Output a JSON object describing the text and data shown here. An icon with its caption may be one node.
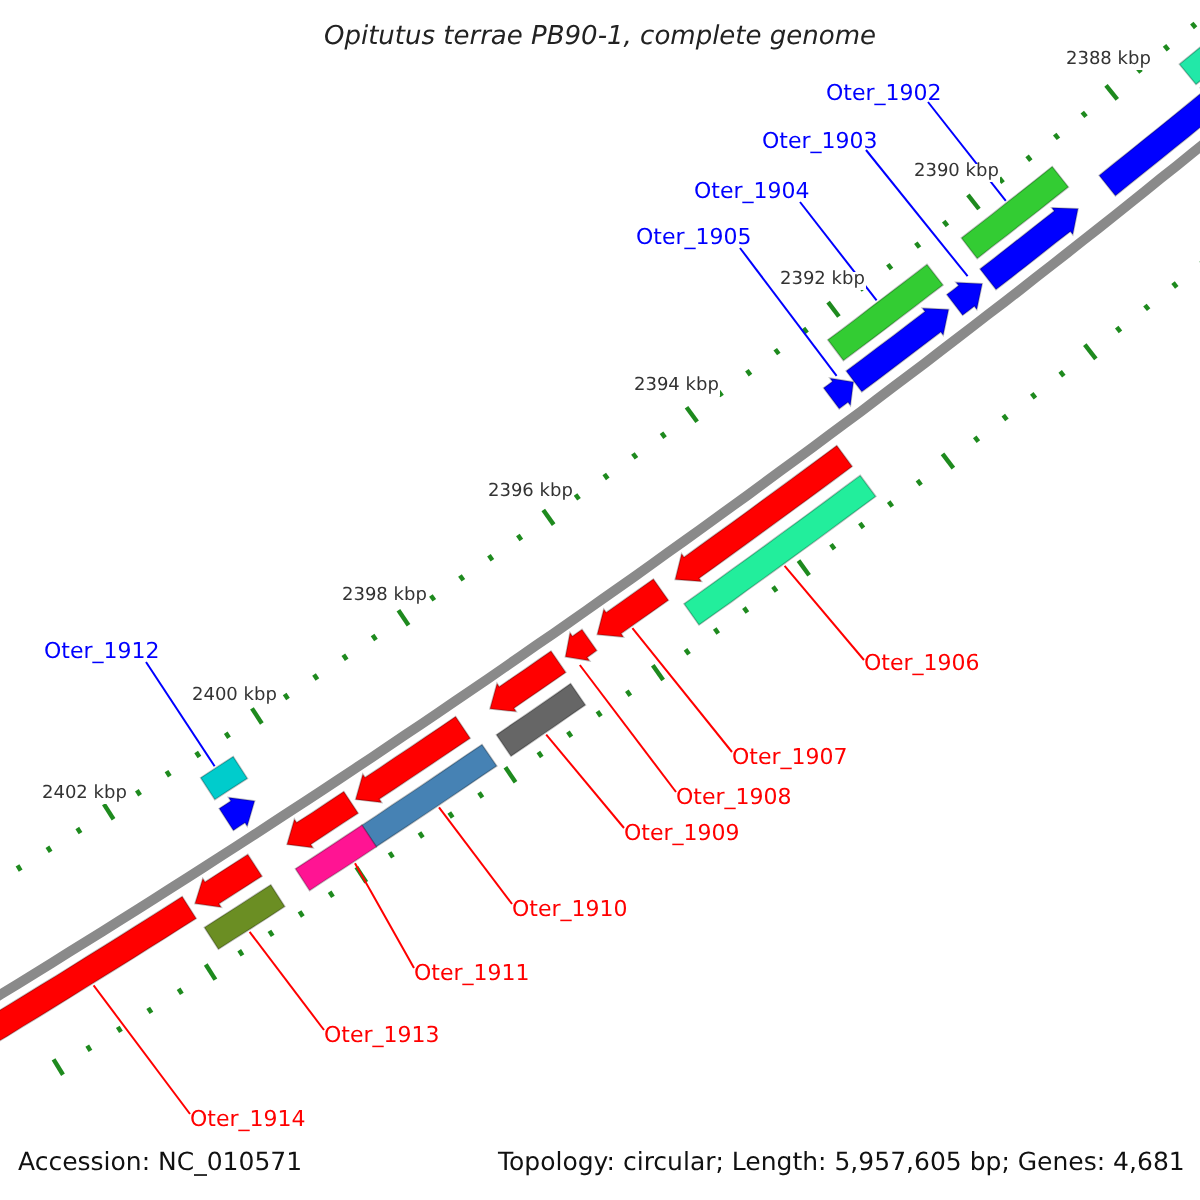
{
  "diagram": {
    "title": "Opitutus terrae PB90-1, complete genome",
    "nodes": [
      {
        "text": [
          "Oter_1902"
        ]
      },
      {
        "text": [
          "Oter_1903"
        ]
      },
      {
        "text": [
          "Oter_1904"
        ]
      },
      {
        "text": [
          "Oter_1905"
        ]
      },
      {
        "text": [
          "Oter_1912"
        ]
      },
      {
        "text": [
          "Oter_1906"
        ]
      },
      {
        "text": [
          "Oter_1907"
        ]
      },
      {
        "text": [
          "Oter_1908"
        ]
      },
      {
        "text": [
          "Oter_1909"
        ]
      },
      {
        "text": [
          "Oter_1910"
        ]
      },
      {
        "text": [
          "Oter_1911"
        ]
      },
      {
        "text": [
          "Oter_1913"
        ]
      },
      {
        "text": [
          "Oter_1914"
        ]
      },
      {
        "text": [],
        "shape": "bar"
      },
      {
        "text": [],
        "shape": "pentagon"
      },
      {
        "text": [],
        "shape": "bar"
      },
      {
        "text": [],
        "shape": "pentagon"
      },
      {
        "text": [],
        "shape": "pentagon"
      },
      {
        "text": [],
        "shape": "bar"
      },
      {
        "text": [],
        "shape": "pentagon"
      },
      {
        "text": [],
        "shape": "pentagon"
      },
      {
        "text": [],
        "shape": "pentagon"
      },
      {
        "text": [],
        "shape": "bar"
      },
      {
        "text": [],
        "shape": "pentagon"
      },
      {
        "text": [],
        "shape": "pentagon"
      },
      {
        "text": [],
        "shape": "pentagon"
      },
      {
        "text": [],
        "shape": "bar"
      },
      {
        "text": [],
        "shape": "pentagon"
      },
      {
        "text": [],
        "shape": "bar"
      },
      {
        "text": [],
        "shape": "pentagon"
      },
      {
        "text": [],
        "shape": "bar"
      },
      {
        "text": [],
        "shape": "pentagon"
      },
      {
        "text": [],
        "shape": "bar"
      },
      {
        "text": [],
        "shape": "bar"
      },
      {
        "text": [],
        "shape": "pentagon"
      },
      {
        "text": [],
        "shape": "pentagon"
      }
    ],
    "edges": [
      {
        "from": 0,
        "to": 15,
        "arrow": "none",
        "color": "#0000ff"
      },
      {
        "from": 1,
        "to": 17,
        "arrow": "none",
        "color": "#0000ff"
      },
      {
        "from": 2,
        "to": 18,
        "arrow": "none",
        "color": "#0000ff"
      },
      {
        "from": 3,
        "to": 20,
        "arrow": "none",
        "color": "#0000ff"
      },
      {
        "from": 4,
        "to": 33,
        "arrow": "none",
        "color": "#0000ff"
      },
      {
        "from": 5,
        "to": 22,
        "arrow": "none"
      },
      {
        "from": 6,
        "to": 23,
        "arrow": "none"
      },
      {
        "from": 7,
        "to": 24,
        "arrow": "none"
      },
      {
        "from": 8,
        "to": 26,
        "arrow": "none"
      },
      {
        "from": 9,
        "to": 28,
        "arrow": "none"
      },
      {
        "from": 10,
        "to": 30,
        "arrow": "none"
      },
      {
        "from": 11,
        "to": 32,
        "arrow": "none"
      },
      {
        "from": 12,
        "to": 35,
        "arrow": "none"
      }
    ],
    "labels": [
      "2388 kbp",
      "2390 kbp",
      "2392 kbp",
      "2394 kbp",
      "2396 kbp",
      "2398 kbp",
      "2400 kbp",
      "2402 kbp",
      "Accession: NC_010571",
      "Topology: circular; Length: 5,957,605 bp; Genes: 4,681"
    ]
  }
}
